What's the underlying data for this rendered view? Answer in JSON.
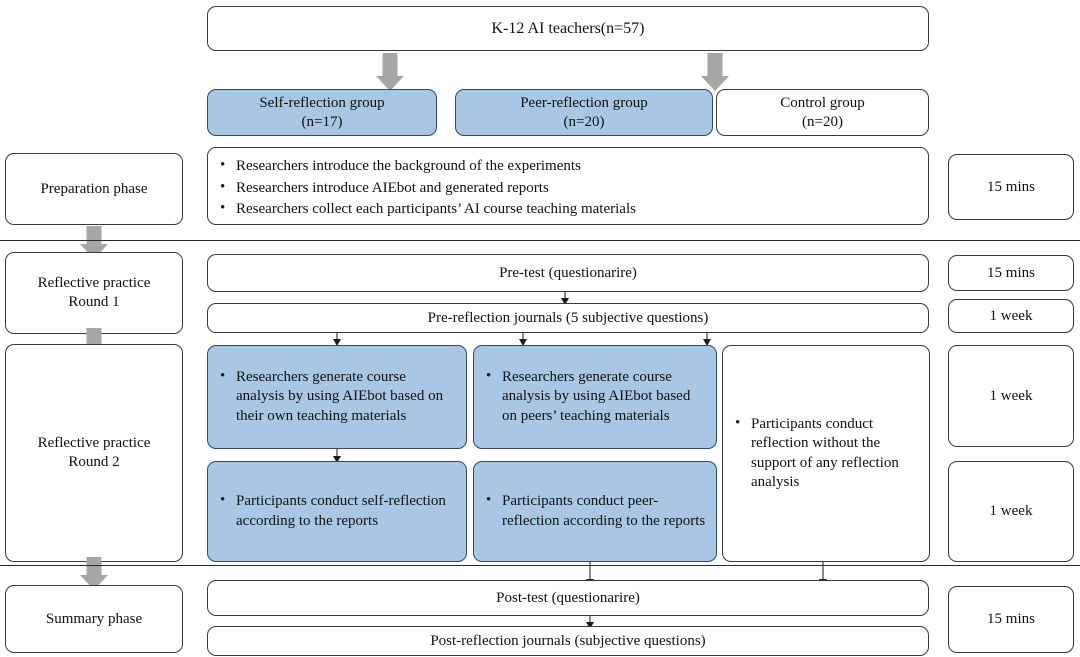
{
  "diagram": {
    "title_box": {
      "label": "K-12 AI teachers(n=57)"
    },
    "groups": [
      {
        "name": "self-reflection-group",
        "label": "Self-reflection group\n(n=17)",
        "highlighted": true
      },
      {
        "name": "peer-reflection-group",
        "label": "Peer-reflection group\n(n=20)",
        "highlighted": true
      },
      {
        "name": "control-group",
        "label": "Control group\n(n=20)",
        "highlighted": false
      }
    ],
    "phases": [
      {
        "name": "preparation-phase",
        "label": "Preparation phase"
      },
      {
        "name": "reflective-practice-round-1",
        "label": "Reflective practice\nRound 1"
      },
      {
        "name": "reflective-practice-round-2",
        "label": "Reflective practice\nRound 2"
      },
      {
        "name": "summary-phase",
        "label": "Summary phase"
      }
    ],
    "preparation": {
      "bullets": [
        "Researchers introduce the background of the experiments",
        "Researchers introduce AIEbot and generated reports",
        "Researchers collect each participants’ AI course teaching materials"
      ],
      "duration": "15 mins"
    },
    "round1": {
      "pre_test": "Pre-test (questionarire)",
      "pre_test_duration": "15 mins",
      "pre_journals": "Pre-reflection journals (5 subjective questions)",
      "pre_journals_duration": "1 week"
    },
    "round2": {
      "self_top": "Researchers generate course analysis by using AIEbot based on their own teaching materials",
      "self_bottom": "Participants conduct self-reflection according to the reports",
      "peer_top": "Researchers generate course analysis by using AIEbot based on peers’ teaching materials",
      "peer_bottom": "Participants conduct peer-reflection according to the reports",
      "control": "Participants conduct reflection without the support of any reflection analysis",
      "duration_top": "1 week",
      "duration_bottom": "1 week"
    },
    "summary": {
      "post_test": "Post-test (questionarire)",
      "post_journals": "Post-reflection journals (subjective questions)",
      "duration": "15 mins"
    },
    "colors": {
      "highlight_fill": "#a9c7e4",
      "highlight_stroke": "#2e4a66",
      "box_stroke": "#3a3a3a",
      "arrow_gray": "#a6a6a6",
      "arrow_black": "#1a1a1a",
      "background": "#ffffff"
    }
  }
}
